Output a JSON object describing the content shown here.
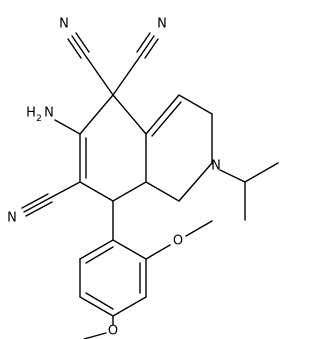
{
  "molecule": {
    "atom_labels": {
      "n1": "N",
      "n2": "N",
      "n3": "N",
      "n_ring": "N",
      "o1": "O",
      "o2": "O",
      "nh2_h": "H",
      "nh2_2": "2",
      "nh2_n": "N"
    },
    "colors": {
      "bond": "#000000",
      "background": "#ffffff"
    }
  }
}
